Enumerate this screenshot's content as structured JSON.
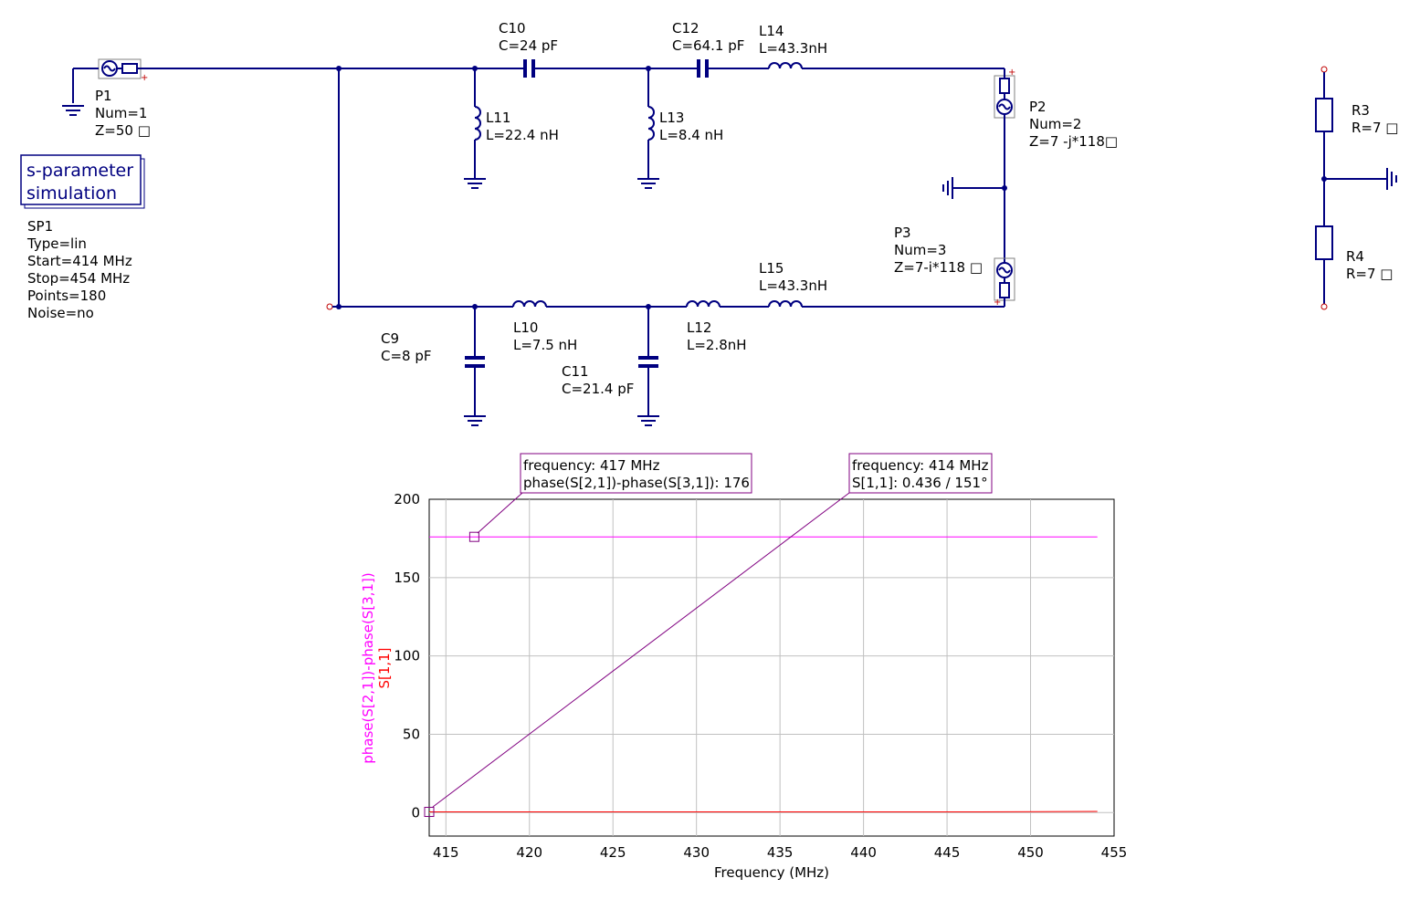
{
  "components": {
    "P1": {
      "name": "P1",
      "p1": "Num=1",
      "p2": "Z=50 □"
    },
    "P2": {
      "name": "P2",
      "p1": "Num=2",
      "p2": "Z=7 -j*118□"
    },
    "P3": {
      "name": "P3",
      "p1": "Num=3",
      "p2": "Z=7-i*118 □"
    },
    "C10": {
      "name": "C10",
      "val": "C=24 pF"
    },
    "C12": {
      "name": "C12",
      "val": "C=64.1 pF"
    },
    "L14": {
      "name": "L14",
      "val": "L=43.3nH"
    },
    "L11": {
      "name": "L11",
      "val": "L=22.4 nH"
    },
    "L13": {
      "name": "L13",
      "val": "L=8.4 nH"
    },
    "C9": {
      "name": "C9",
      "val": "C=8 pF"
    },
    "L10": {
      "name": "L10",
      "val": "L=7.5 nH"
    },
    "C11": {
      "name": "C11",
      "val": "C=21.4 pF"
    },
    "L12": {
      "name": "L12",
      "val": "L=2.8nH"
    },
    "L15": {
      "name": "L15",
      "val": "L=43.3nH"
    },
    "R3": {
      "name": "R3",
      "val": "R=7 □"
    },
    "R4": {
      "name": "R4",
      "val": "R=7 □"
    }
  },
  "sim": {
    "box_line1": "s-parameter",
    "box_line2": "simulation",
    "name": "SP1",
    "type": "Type=lin",
    "start": "Start=414 MHz",
    "stop": "Stop=454 MHz",
    "points": "Points=180",
    "noise": "Noise=no"
  },
  "markers": {
    "m1": {
      "line1": "frequency: 417 MHz",
      "line2": "phase(S[2,1])-phase(S[3,1]): 176"
    },
    "m2": {
      "line1": "frequency: 414 MHz",
      "line2": "S[1,1]: 0.436 / 151°"
    }
  },
  "chart_data": {
    "type": "line",
    "xlabel": "Frequency (MHz)",
    "ylabel_top": "phase(S[2,1])-phase(S[3,1])",
    "ylabel_bottom": "S[1,1]",
    "xlim": [
      414,
      455
    ],
    "ylim": [
      -15,
      200
    ],
    "xticks": [
      415,
      420,
      425,
      430,
      435,
      440,
      445,
      450,
      455
    ],
    "yticks": [
      0,
      50,
      100,
      150,
      200
    ],
    "grid": true,
    "series": [
      {
        "name": "phase(S[2,1])-phase(S[3,1])",
        "color": "#ff00ff",
        "x": [
          414,
          454
        ],
        "y": [
          176,
          176
        ]
      },
      {
        "name": "S[1,1]",
        "color": "#ff0000",
        "x": [
          414,
          447,
          454
        ],
        "y": [
          0.44,
          0.44,
          0.7
        ]
      }
    ],
    "marker_points": [
      {
        "x": 416.7,
        "y": 176,
        "color": "#800080"
      },
      {
        "x": 414,
        "y": 0.436,
        "color": "#800080"
      }
    ]
  }
}
